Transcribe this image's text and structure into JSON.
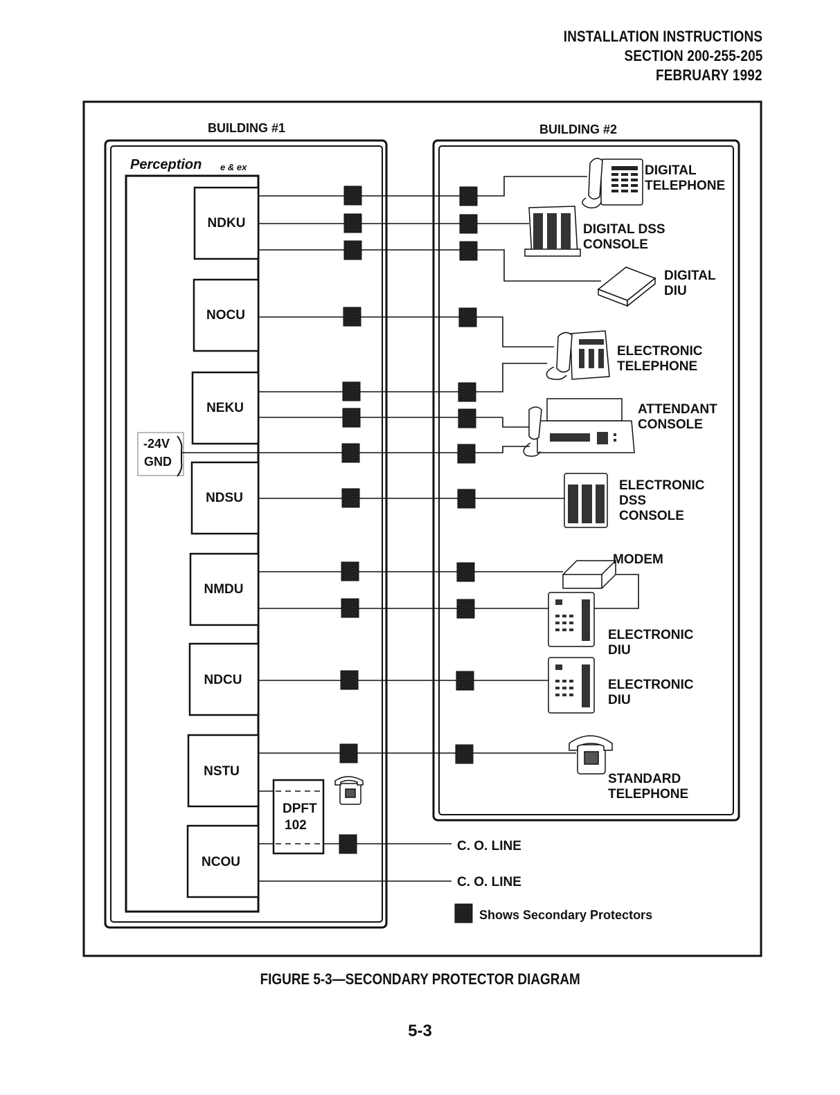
{
  "header": {
    "line1": "INSTALLATION INSTRUCTIONS",
    "line2": "SECTION 200-255-205",
    "line3": "FEBRUARY 1992"
  },
  "building1": {
    "label": "BUILDING #1",
    "system_name": "Perception",
    "system_suffix": "e & ex",
    "power_labels": [
      "-24V",
      "GND"
    ],
    "units": [
      "NDKU",
      "NOCU",
      "NEKU",
      "NDSU",
      "NMDU",
      "NDCU",
      "NSTU",
      "NCOU"
    ],
    "dpft_label_1": "DPFT",
    "dpft_label_2": "102"
  },
  "building2": {
    "label": "BUILDING #2",
    "devices": [
      {
        "line1": "DIGITAL",
        "line2": "TELEPHONE",
        "icon": "digital-telephone-icon"
      },
      {
        "line1": "DIGITAL DSS",
        "line2": "CONSOLE",
        "icon": "dss-console-icon"
      },
      {
        "line1": "DIGITAL",
        "line2": "DIU",
        "icon": "diu-box-icon"
      },
      {
        "line1": "ELECTRONIC",
        "line2": "TELEPHONE",
        "icon": "electronic-telephone-icon"
      },
      {
        "line1": "ATTENDANT",
        "line2": "CONSOLE",
        "icon": "attendant-console-icon"
      },
      {
        "line1": "ELECTRONIC",
        "line2": "DSS",
        "line3": "CONSOLE",
        "icon": "electronic-dss-console-icon"
      },
      {
        "line1": "MODEM",
        "icon": "modem-icon"
      },
      {
        "line1": "ELECTRONIC",
        "line2": "DIU",
        "icon": "electronic-diu-icon"
      },
      {
        "line1": "ELECTRONIC",
        "line2": "DIU",
        "icon": "electronic-diu-icon"
      },
      {
        "line1": "STANDARD",
        "line2": "TELEPHONE",
        "icon": "standard-telephone-icon"
      }
    ]
  },
  "co_lines": [
    "C. O. LINE",
    "C. O. LINE"
  ],
  "legend": {
    "label": "Shows Secondary Protectors",
    "icon": "protector-square-icon"
  },
  "caption": "FIGURE 5-3—SECONDARY PROTECTOR DIAGRAM",
  "page_number": "5-3"
}
